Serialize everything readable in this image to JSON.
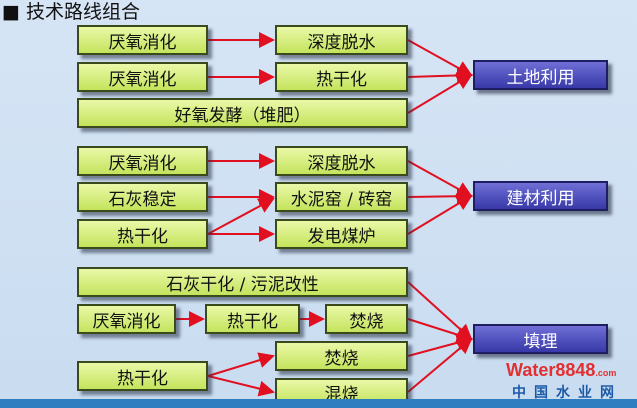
{
  "title": "■ 技术路线组合",
  "group1": {
    "a1": "厌氧消化",
    "a2": "厌氧消化",
    "a3": "好氧发酵（堆肥）",
    "b1": "深度脱水",
    "b2": "热干化",
    "target": "土地利用"
  },
  "group2": {
    "a1": "厌氧消化",
    "a2": "石灰稳定",
    "a3": "热干化",
    "b1": "深度脱水",
    "b2": "水泥窑 / 砖窑",
    "b3": "发电煤炉",
    "target": "建材利用"
  },
  "group3": {
    "a0": "石灰干化 / 污泥改性",
    "a1": "厌氧消化",
    "a2": "热干化",
    "a3": "焚烧",
    "c1": "热干化",
    "d1": "焚烧",
    "d2": "混烧",
    "target": "填理"
  },
  "watermark": {
    "brand": "Water8848",
    "domain": ".com",
    "cn": "中国水业网"
  },
  "colors": {
    "arrow": "#e01020",
    "box": "#d4ec7c",
    "target": "#4a4ab8"
  }
}
